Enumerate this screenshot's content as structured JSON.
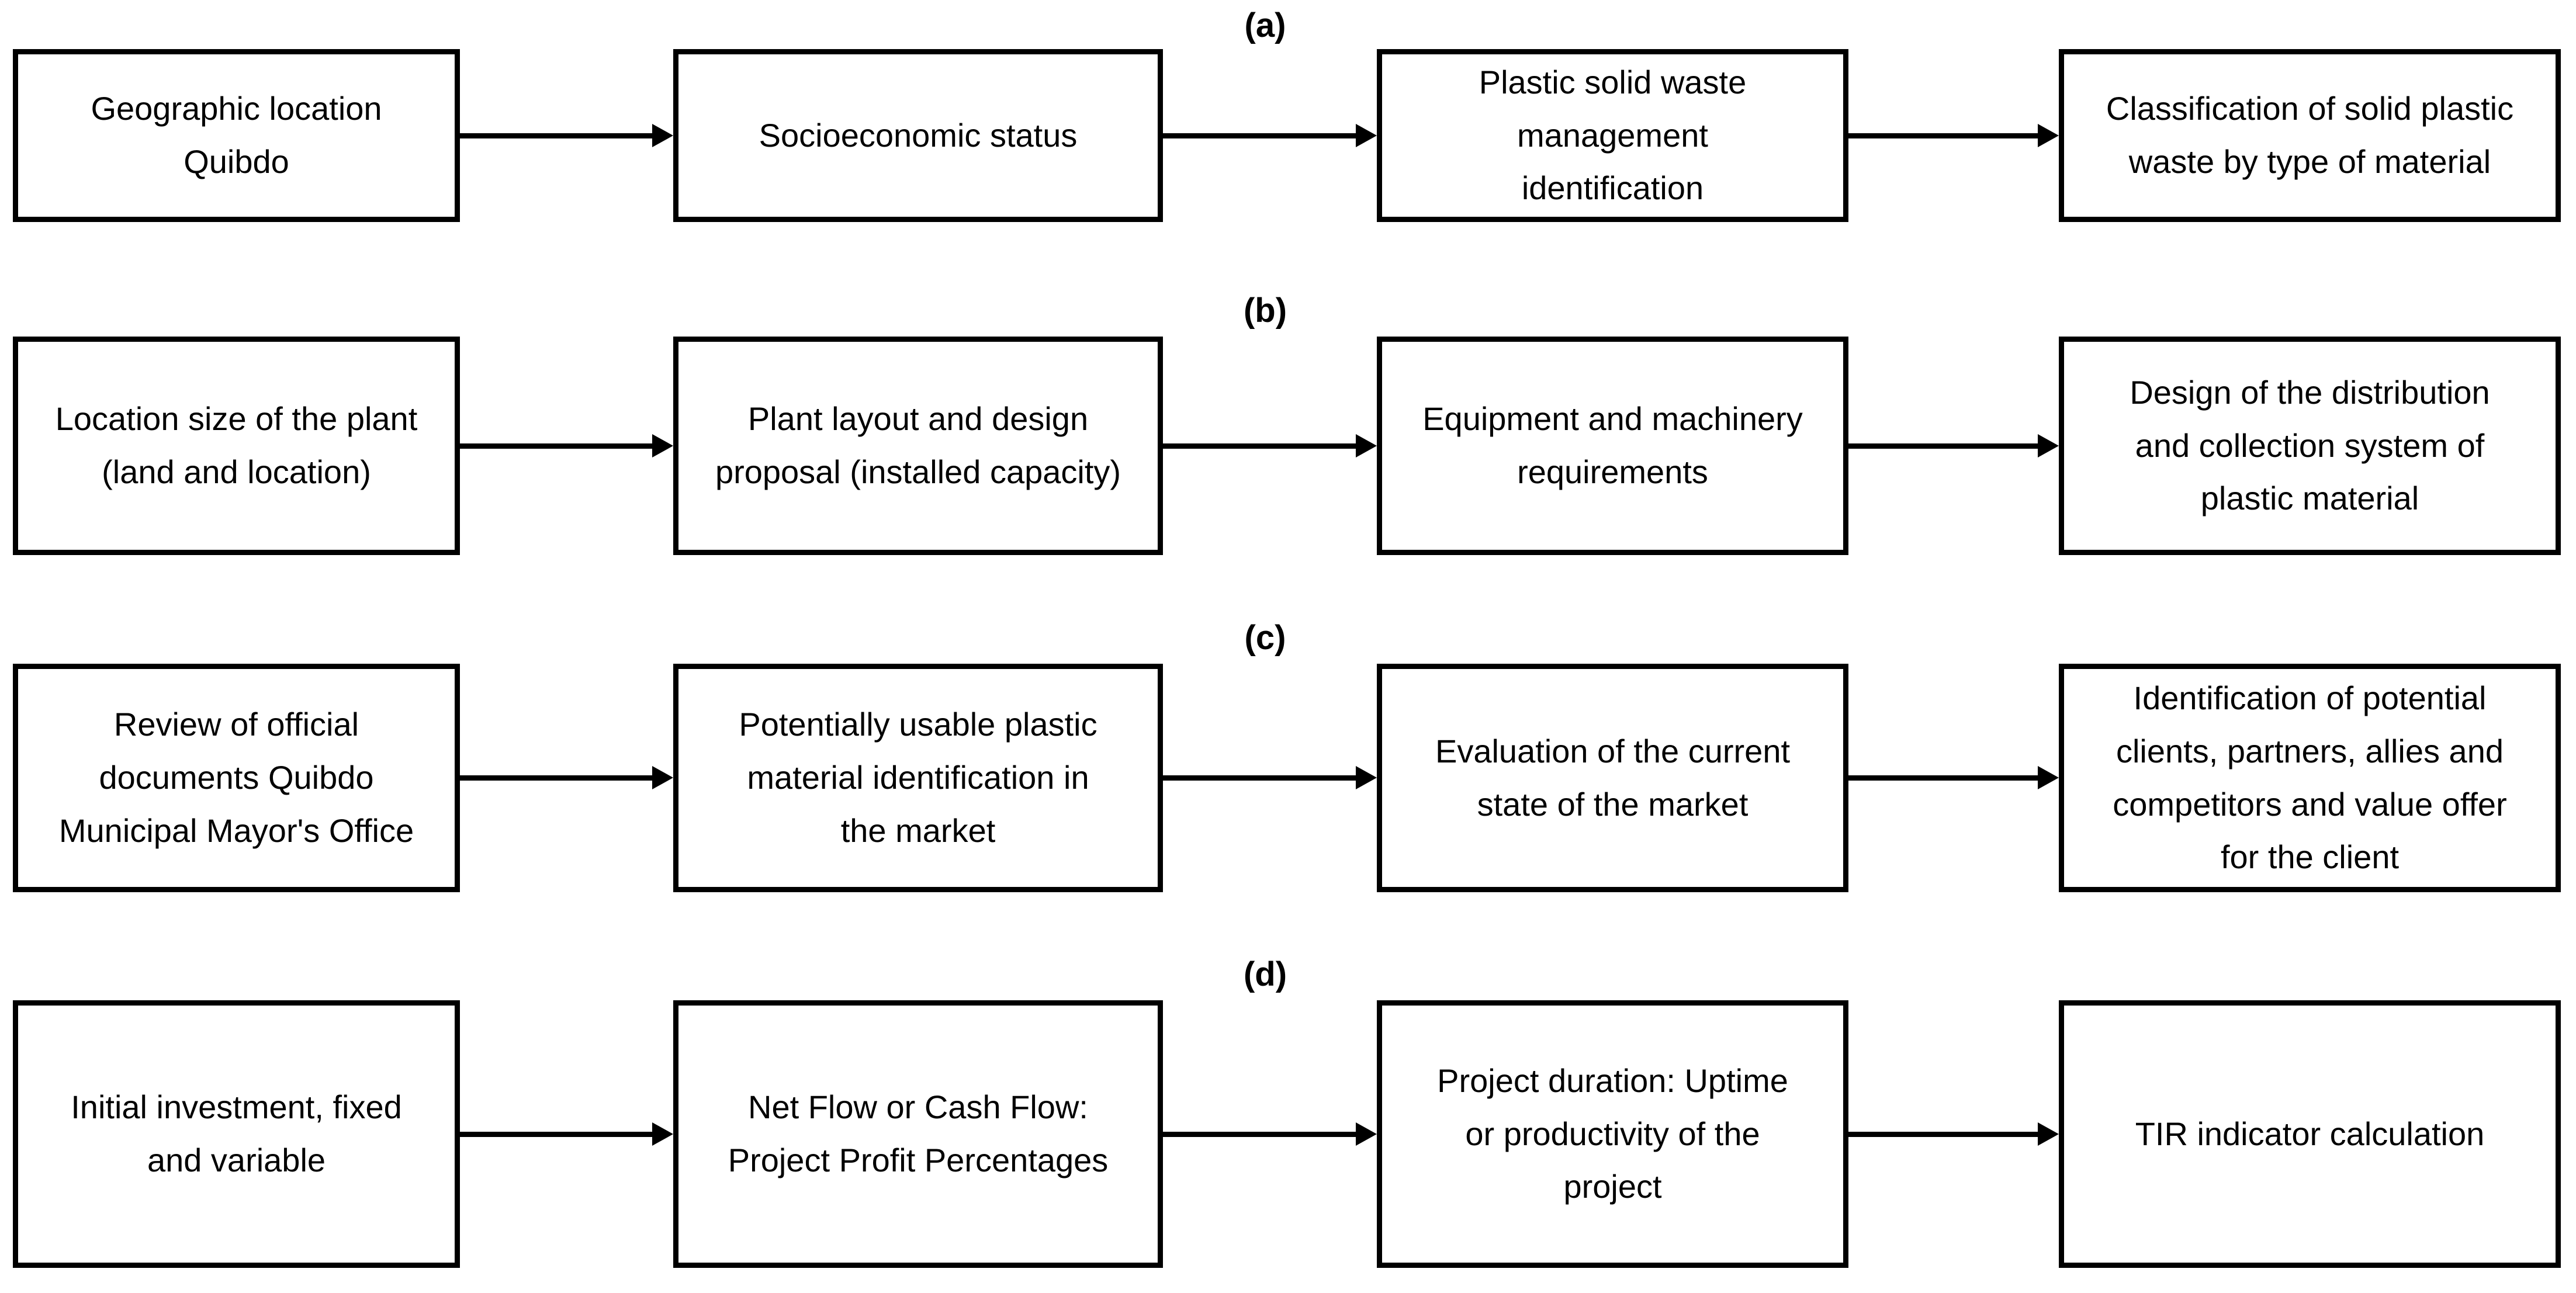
{
  "figure": {
    "rows": [
      {
        "label": "(a)",
        "boxes": [
          {
            "text": "Geographic location\nQuibdo"
          },
          {
            "text": "Socioeconomic status"
          },
          {
            "text": "Plastic solid waste\nmanagement\nidentification"
          },
          {
            "text": "Classification of solid plastic\nwaste by type of material"
          }
        ]
      },
      {
        "label": "(b)",
        "boxes": [
          {
            "text": "Location size of the plant\n(land and location)"
          },
          {
            "text": "Plant layout and design\nproposal (installed capacity)"
          },
          {
            "text": "Equipment and machinery\nrequirements"
          },
          {
            "text": "Design of the distribution\nand collection system of\nplastic material"
          }
        ]
      },
      {
        "label": "(c)",
        "boxes": [
          {
            "text": "Review of official\ndocuments Quibdo\nMunicipal Mayor's Office"
          },
          {
            "text": "Potentially usable plastic\nmaterial identification in\nthe market"
          },
          {
            "text": "Evaluation of the current\nstate of the market"
          },
          {
            "text": "Identification of potential\nclients, partners, allies and\ncompetitors and value offer\nfor the client"
          }
        ]
      },
      {
        "label": "(d)",
        "boxes": [
          {
            "text": "Initial investment, fixed\nand variable"
          },
          {
            "text": "Net Flow or Cash Flow:\nProject Profit Percentages"
          },
          {
            "text": "Project duration: Uptime\nor productivity of the\nproject"
          },
          {
            "text": "TIR indicator calculation"
          }
        ]
      }
    ]
  },
  "colors": {
    "ink": "#000000",
    "background": "#ffffff"
  }
}
